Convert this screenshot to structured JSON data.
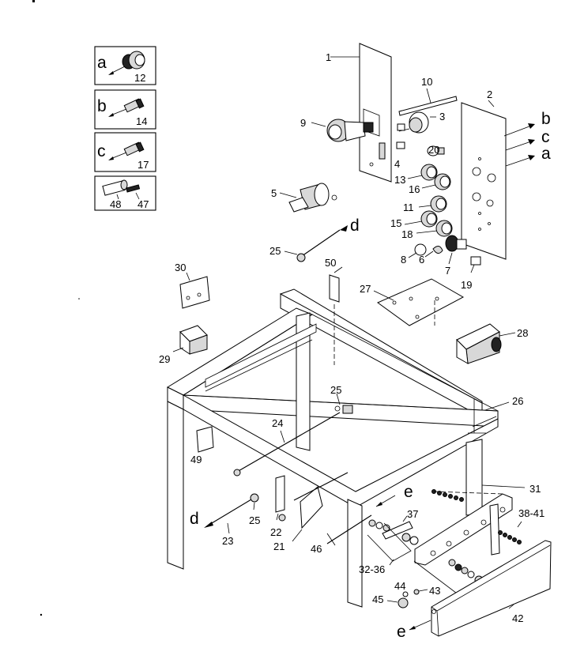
{
  "inset_boxes": [
    {
      "letter": "a",
      "part": "12"
    },
    {
      "letter": "b",
      "part": "14"
    },
    {
      "letter": "c",
      "part": "17"
    },
    {
      "letter": "",
      "part": "48",
      "part2": "47"
    }
  ],
  "callouts": {
    "p1": "1",
    "p2": "2",
    "p3": "3",
    "p4": "4",
    "p5": "5",
    "p6": "6",
    "p7": "7",
    "p8": "8",
    "p9": "9",
    "p10": "10",
    "p11": "11",
    "p13": "13",
    "p15": "15",
    "p16": "16",
    "p18": "18",
    "p19": "19",
    "p20": "20",
    "p21": "21",
    "p22": "22",
    "p23": "23",
    "p24": "24",
    "p25a": "25",
    "p25b": "25",
    "p25c": "25",
    "p26": "26",
    "p27": "27",
    "p28": "28",
    "p29": "29",
    "p30": "30",
    "p31": "31",
    "p32_36": "32-36",
    "p37": "37",
    "p38_41": "38-41",
    "p42": "42",
    "p43": "43",
    "p44": "44",
    "p45": "45",
    "p46": "46",
    "p49": "49",
    "p50": "50"
  },
  "connectors": {
    "b": "b",
    "c": "c",
    "a": "a",
    "d_top": "d",
    "d_left": "d",
    "e_mid": "e",
    "e_bottom": "e"
  }
}
